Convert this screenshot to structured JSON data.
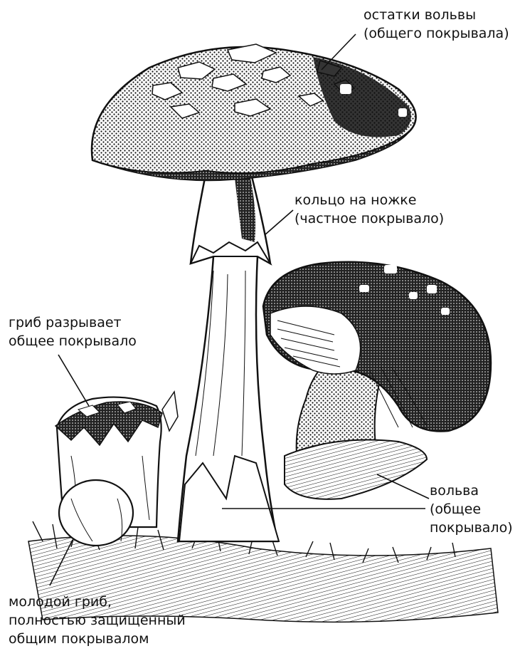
{
  "labels": {
    "volva_remnants": [
      "остатки вольвы",
      "(общего покрывала)"
    ],
    "ring": [
      "кольцо на ножке",
      "(частное покрывало)"
    ],
    "breaking": [
      "гриб разрывает",
      "общее покрывало"
    ],
    "volva": [
      "вольва",
      "(общее",
      "покрывало)"
    ],
    "young": [
      "молодой гриб,",
      "полностью защищенный",
      "общим покрывалом"
    ]
  },
  "colors": {
    "ink": "#111111",
    "paper": "#ffffff"
  }
}
